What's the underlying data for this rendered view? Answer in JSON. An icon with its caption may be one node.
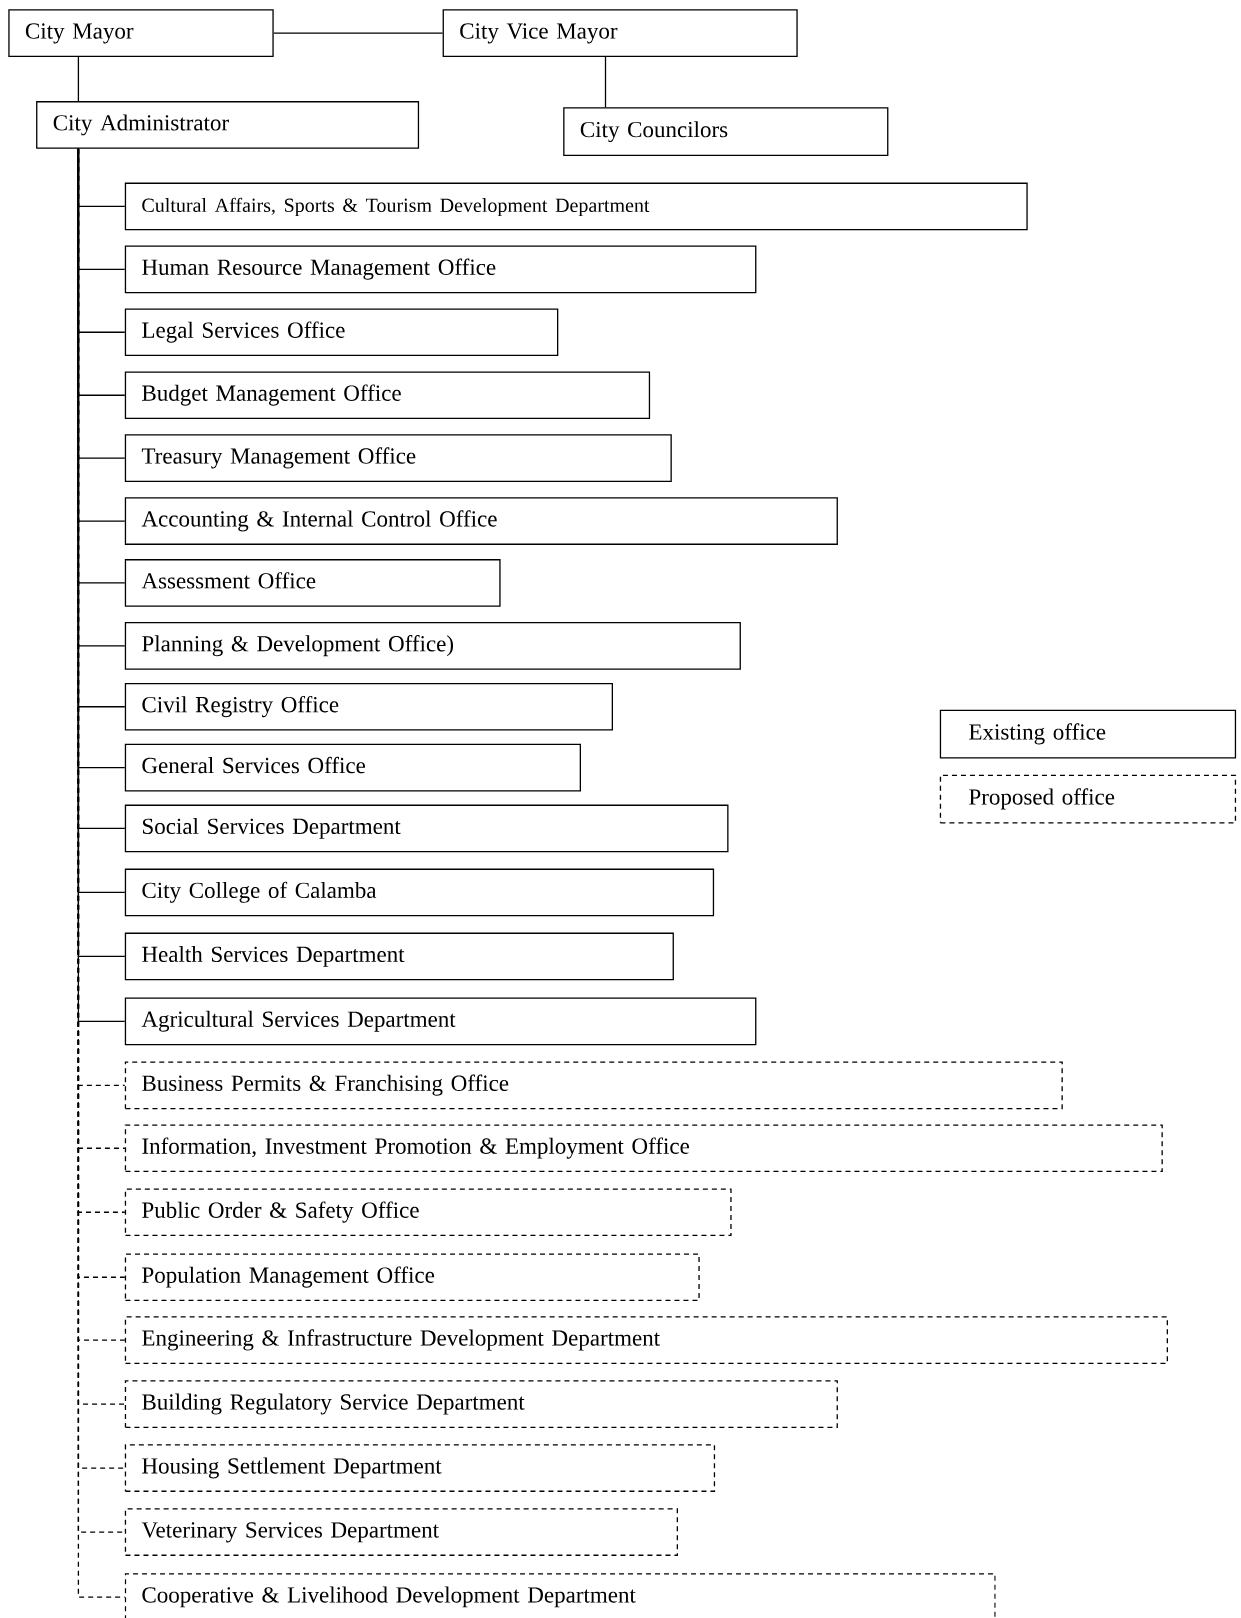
{
  "diagram": {
    "nodes": [
      {
        "text": [
          "City Mayor"
        ]
      },
      {
        "text": [
          "City Vice Mayor"
        ]
      },
      {
        "text": [
          "City Administrator"
        ]
      },
      {
        "text": [
          "City Councilors"
        ]
      },
      {
        "text": [
          "Cultural Affairs, Sports & Tourism Development Department"
        ]
      },
      {
        "text": [
          "Human Resource Management Office"
        ]
      },
      {
        "text": [
          "Legal Services Office"
        ]
      },
      {
        "text": [
          "Budget Management Office"
        ]
      },
      {
        "text": [
          "Treasury Management Office"
        ]
      },
      {
        "text": [
          "Accounting & Internal Control Office"
        ]
      },
      {
        "text": [
          "Assessment Office"
        ]
      },
      {
        "text": [
          "Planning & Development Office)"
        ]
      },
      {
        "text": [
          "Civil Registry Office"
        ]
      },
      {
        "text": [
          "General Services Office"
        ]
      },
      {
        "text": [
          "Social Services Department"
        ]
      },
      {
        "text": [
          "City College of Calamba"
        ]
      },
      {
        "text": [
          "Health Services Department"
        ]
      },
      {
        "text": [
          "Agricultural Services Department"
        ]
      },
      {
        "text": [
          "Business Permits & Franchising Office"
        ]
      },
      {
        "text": [
          "Information, Investment Promotion & Employment Office"
        ]
      },
      {
        "text": [
          "Public Order & Safety Office"
        ]
      },
      {
        "text": [
          "Population Management Office"
        ]
      },
      {
        "text": [
          "Engineering & Infrastructure Development Department"
        ]
      },
      {
        "text": [
          "Building Regulatory Service Department"
        ]
      },
      {
        "text": [
          "Housing Settlement Department"
        ]
      },
      {
        "text": [
          "Veterinary Services Department"
        ]
      },
      {
        "text": [
          "Cooperative & Livelihood Development Department"
        ]
      }
    ],
    "edges": [
      {
        "from": 0,
        "to": 1,
        "arrow": "none"
      },
      {
        "from": 0,
        "to": 2,
        "arrow": "none"
      },
      {
        "from": 1,
        "to": 3,
        "arrow": "none"
      },
      {
        "from": 2,
        "to": 4,
        "arrow": "none"
      },
      {
        "from": 2,
        "to": 5,
        "arrow": "none"
      },
      {
        "from": 2,
        "to": 6,
        "arrow": "none"
      },
      {
        "from": 2,
        "to": 7,
        "arrow": "none"
      },
      {
        "from": 2,
        "to": 8,
        "arrow": "none"
      },
      {
        "from": 2,
        "to": 9,
        "arrow": "none"
      },
      {
        "from": 2,
        "to": 10,
        "arrow": "none"
      },
      {
        "from": 2,
        "to": 11,
        "arrow": "none"
      },
      {
        "from": 2,
        "to": 12,
        "arrow": "none"
      },
      {
        "from": 2,
        "to": 13,
        "arrow": "none"
      },
      {
        "from": 2,
        "to": 14,
        "arrow": "none"
      },
      {
        "from": 2,
        "to": 15,
        "arrow": "none"
      },
      {
        "from": 2,
        "to": 16,
        "arrow": "none"
      },
      {
        "from": 2,
        "to": 17,
        "arrow": "none"
      },
      {
        "from": 2,
        "to": 18,
        "arrow": "none",
        "style": "dashed"
      },
      {
        "from": 2,
        "to": 19,
        "arrow": "none",
        "style": "dashed"
      },
      {
        "from": 2,
        "to": 20,
        "arrow": "none",
        "style": "dashed"
      },
      {
        "from": 2,
        "to": 21,
        "arrow": "none",
        "style": "dashed"
      },
      {
        "from": 2,
        "to": 22,
        "arrow": "none",
        "style": "dashed"
      },
      {
        "from": 2,
        "to": 23,
        "arrow": "none",
        "style": "dashed"
      },
      {
        "from": 2,
        "to": 24,
        "arrow": "none",
        "style": "dashed"
      },
      {
        "from": 2,
        "to": 25,
        "arrow": "none",
        "style": "dashed"
      },
      {
        "from": 2,
        "to": 26,
        "arrow": "none",
        "style": "dashed"
      }
    ],
    "legend": [
      {
        "text": "Existing office"
      },
      {
        "text": "Proposed office"
      }
    ]
  }
}
